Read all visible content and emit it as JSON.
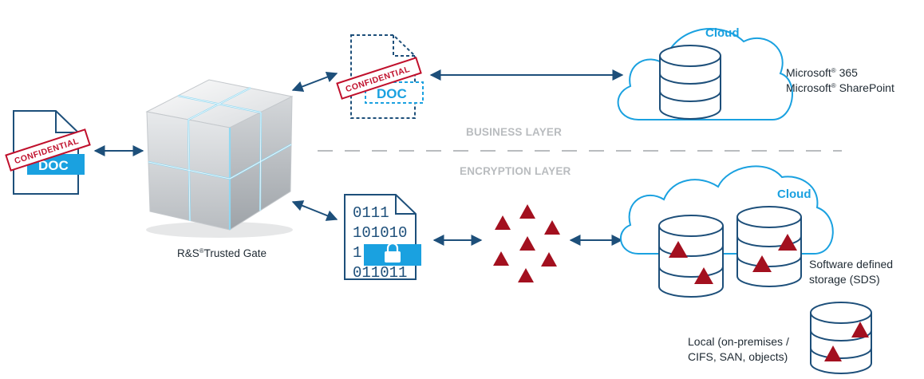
{
  "layers": {
    "business": "BUSINESS LAYER",
    "encryption": "ENCRYPTION LAYER"
  },
  "gateway": {
    "label_prefix": "R&S",
    "label_sup": "®",
    "label_suffix": "Trusted Gate"
  },
  "documents": {
    "stamp": "CONFIDENTIAL",
    "doc": "DOC"
  },
  "encrypted_file": {
    "lines": [
      "0111",
      "101010",
      "1",
      "011011"
    ]
  },
  "clouds": {
    "label": "Cloud"
  },
  "targets": {
    "ms_line1_prefix": "Microsoft",
    "ms_line1_suffix": " 365",
    "ms_line2_prefix": "Microsoft",
    "ms_line2_suffix": " SharePoint",
    "reg_mark": "®",
    "sds_line1": "Software defined",
    "sds_line2": "storage (SDS)",
    "local_line1": "Local (on-premises /",
    "local_line2": "CIFS, SAN, objects)"
  },
  "colors": {
    "navy": "#1d4f7a",
    "cloud_blue": "#1aa1e0",
    "stamp_red": "#c0102c",
    "shard_red": "#a3101f",
    "layer_gray": "#b9bcbf"
  }
}
